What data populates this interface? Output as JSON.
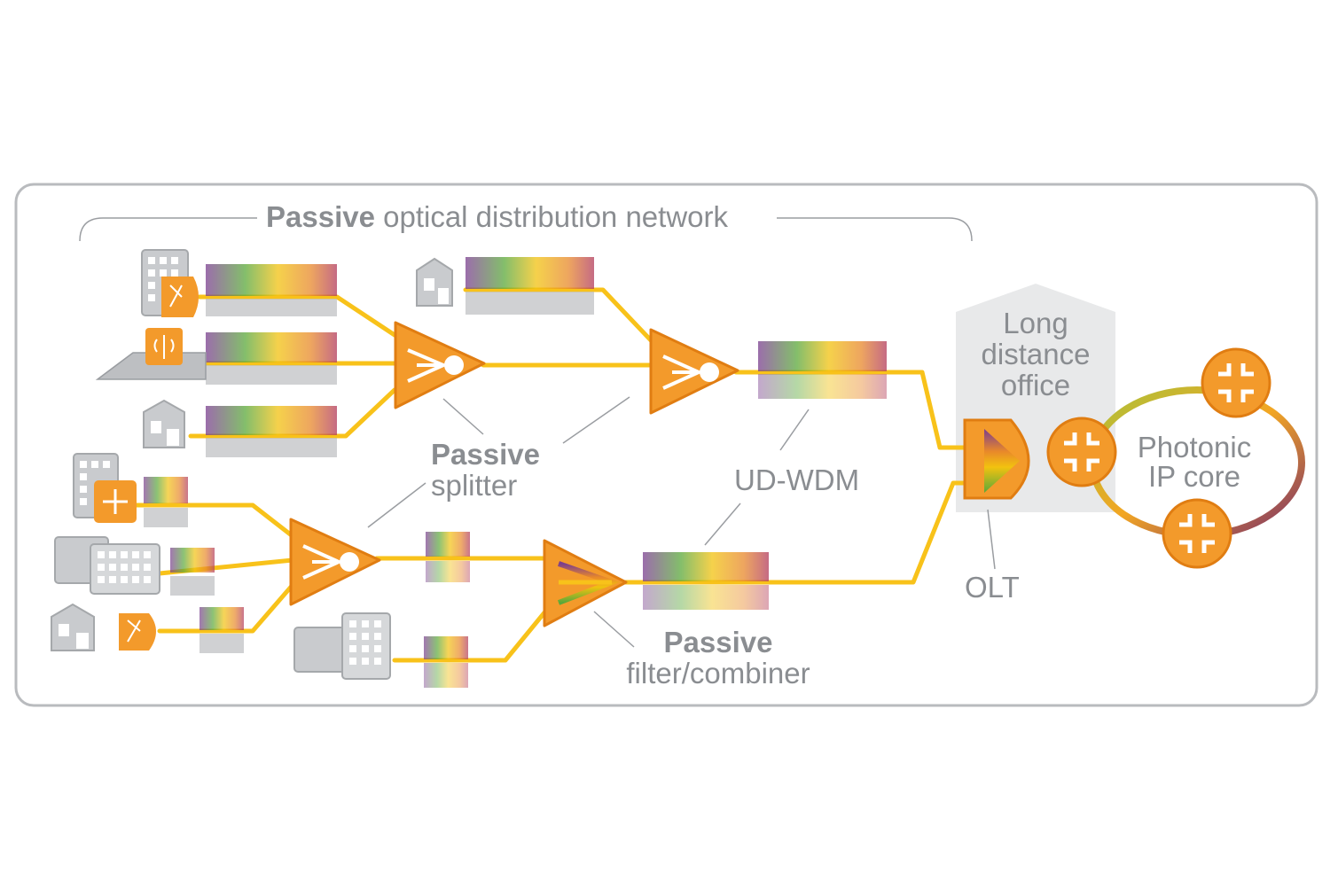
{
  "labels": {
    "network_bold": "Passive",
    "network_rest": "optical distribution network",
    "splitter_bold": "Passive",
    "splitter_rest": "splitter",
    "filter_bold": "Passive",
    "filter_rest": "filter/combiner",
    "udwdm": "UD-WDM",
    "olt": "OLT",
    "long_distance_office": "Long distance office",
    "ip_core": "Photonic IP core"
  },
  "colors": {
    "fiber": "#f8c21a",
    "device": "#f39a2b",
    "device_dark": "#e07d12",
    "frame": "#b9bbbe",
    "text": "#8a8d91",
    "office_bg": "#e8e9ea",
    "building": "#c9cbce"
  },
  "icons": [
    "building-icon",
    "house-icon",
    "cell-tower-icon",
    "splitter-icon",
    "filter-combiner-icon",
    "olt-icon",
    "router-icon"
  ]
}
